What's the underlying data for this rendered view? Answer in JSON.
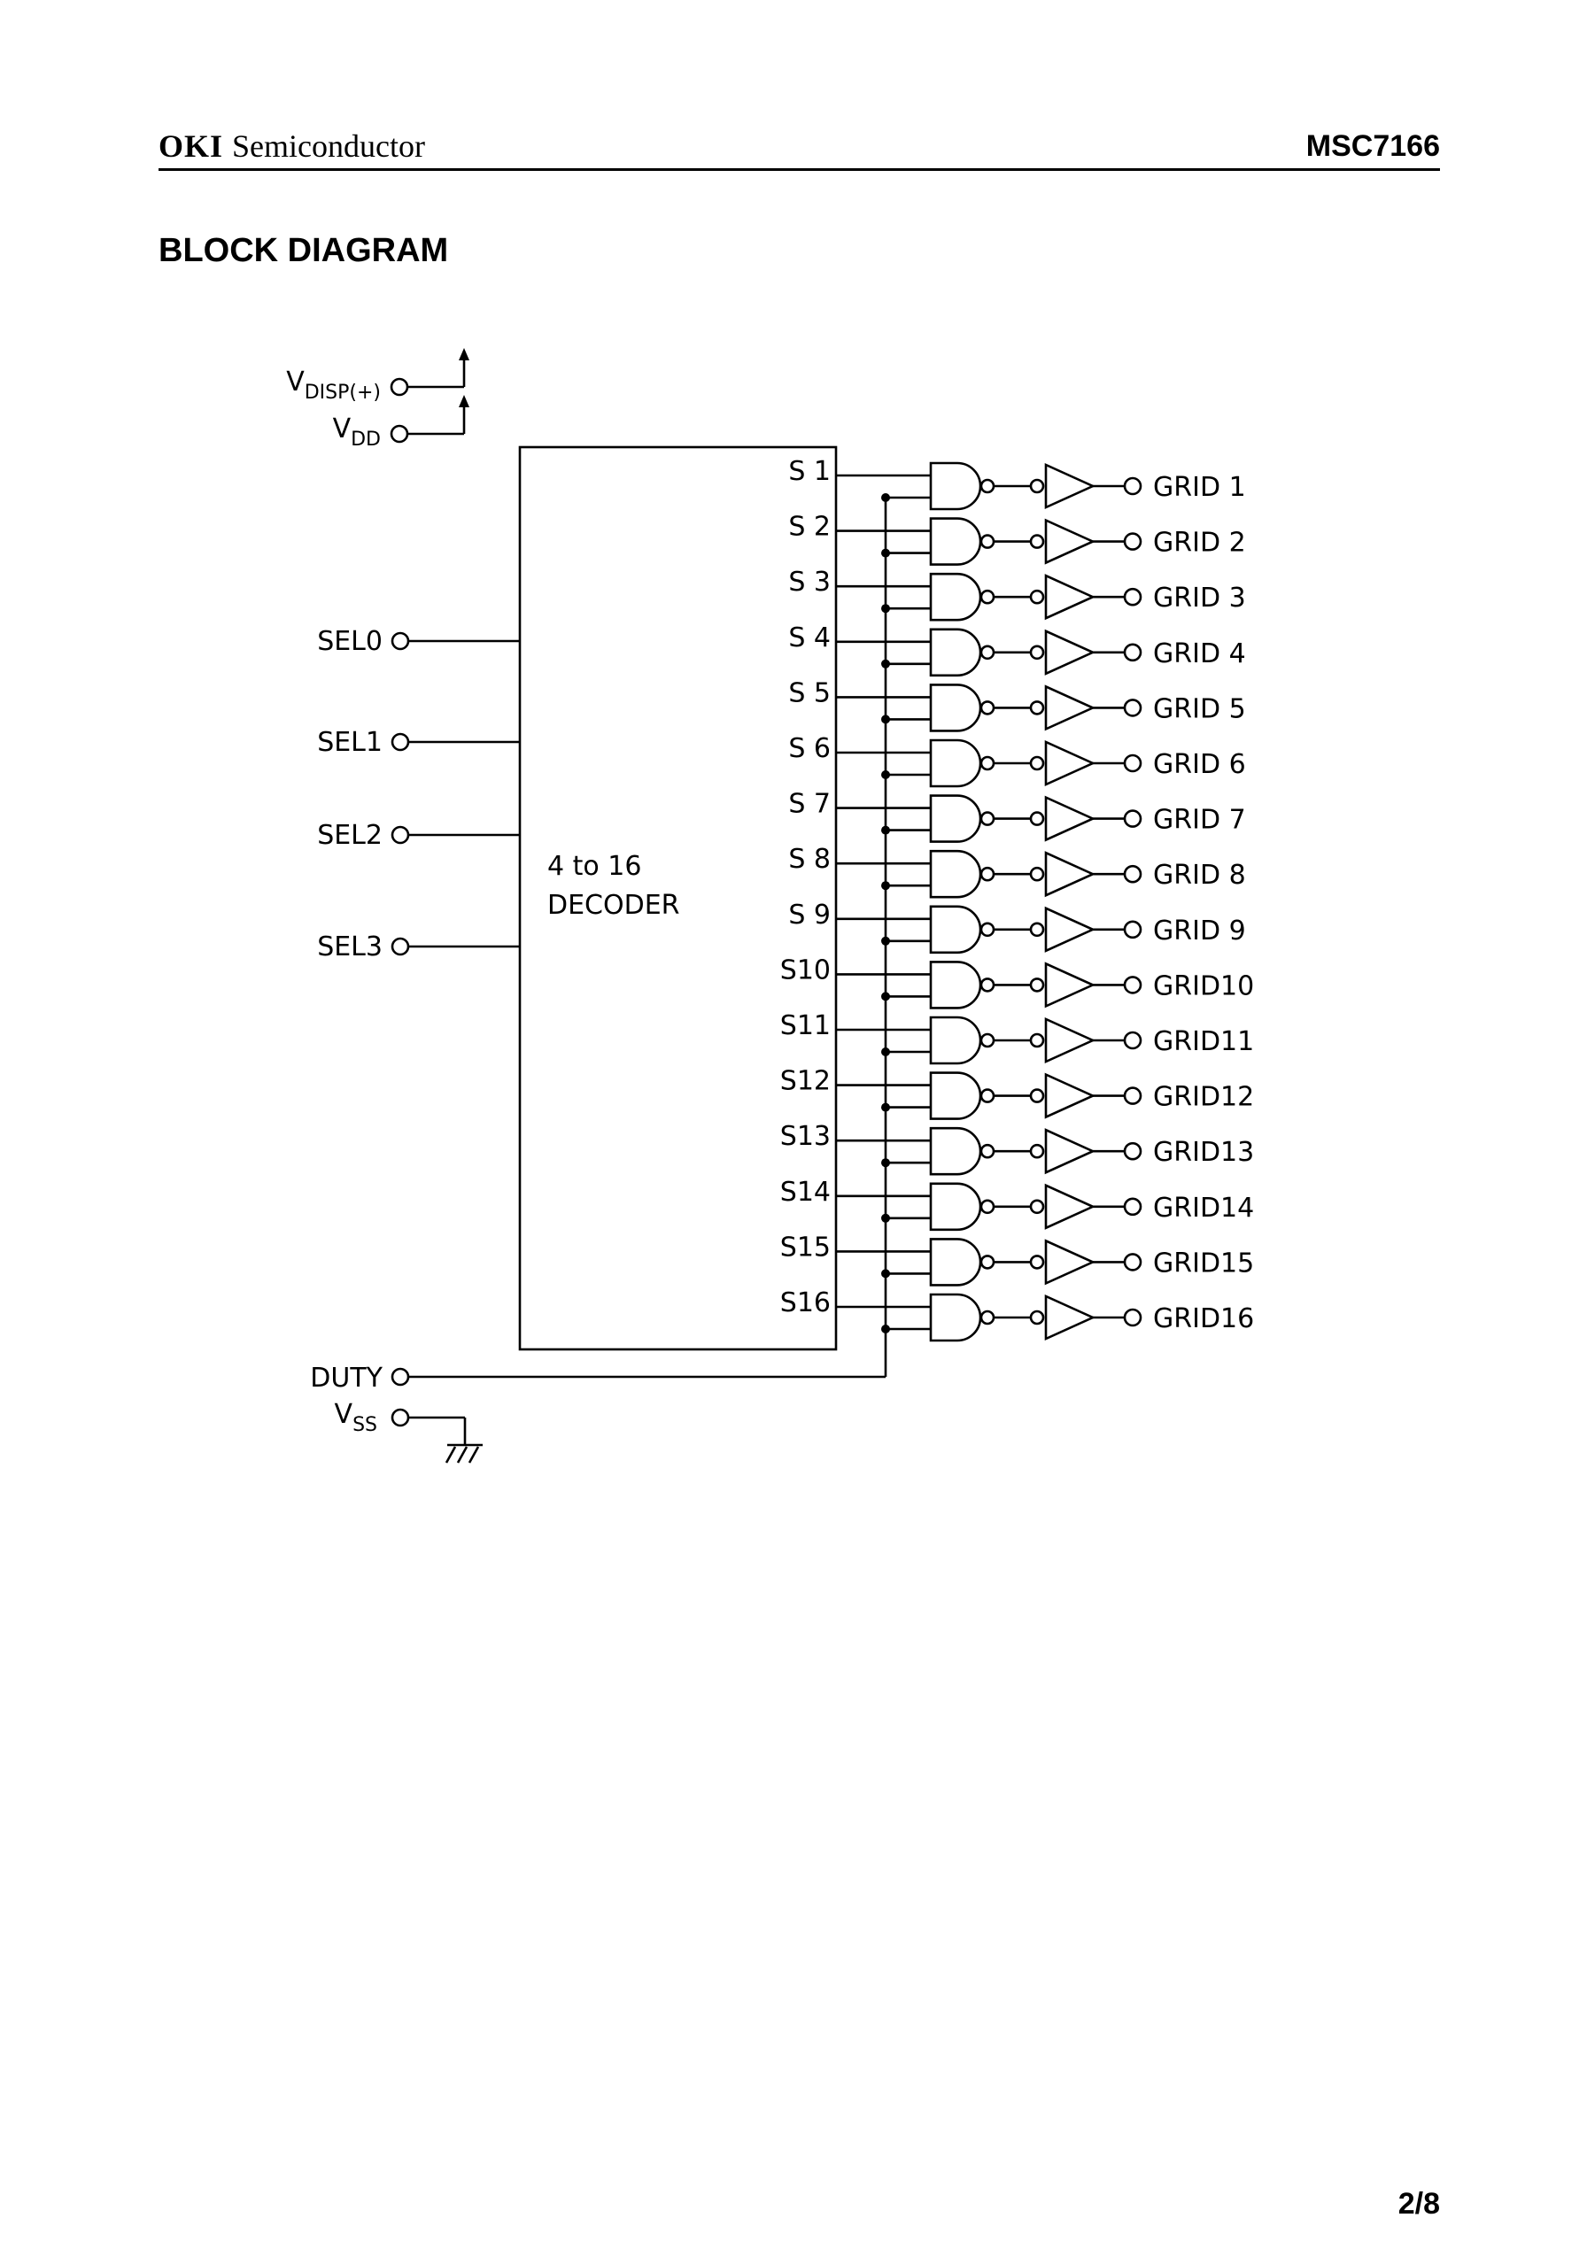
{
  "header": {
    "brand_logo": "OKI",
    "brand_text": "Semiconductor",
    "part_number": "MSC7166"
  },
  "section_title": "BLOCK DIAGRAM",
  "diagram": {
    "supply_pins": [
      {
        "main": "V",
        "sub": "DISP(+)"
      },
      {
        "main": "V",
        "sub": "DD"
      }
    ],
    "select_inputs": [
      "SEL0",
      "SEL1",
      "SEL2",
      "SEL3"
    ],
    "decoder_label": [
      "4 to 16",
      "DECODER"
    ],
    "decoder_outputs": [
      "S 1",
      "S 2",
      "S 3",
      "S 4",
      "S 5",
      "S 6",
      "S 7",
      "S 8",
      "S 9",
      "S10",
      "S11",
      "S12",
      "S13",
      "S14",
      "S15",
      "S16"
    ],
    "grid_outputs": [
      "GRID 1",
      "GRID 2",
      "GRID 3",
      "GRID 4",
      "GRID 5",
      "GRID 6",
      "GRID 7",
      "GRID 8",
      "GRID 9",
      "GRID10",
      "GRID11",
      "GRID12",
      "GRID13",
      "GRID14",
      "GRID15",
      "GRID16"
    ],
    "duty_input": "DUTY",
    "ground_pin": {
      "main": "V",
      "sub": "SS"
    }
  },
  "footer": {
    "page_number": "2/8"
  }
}
